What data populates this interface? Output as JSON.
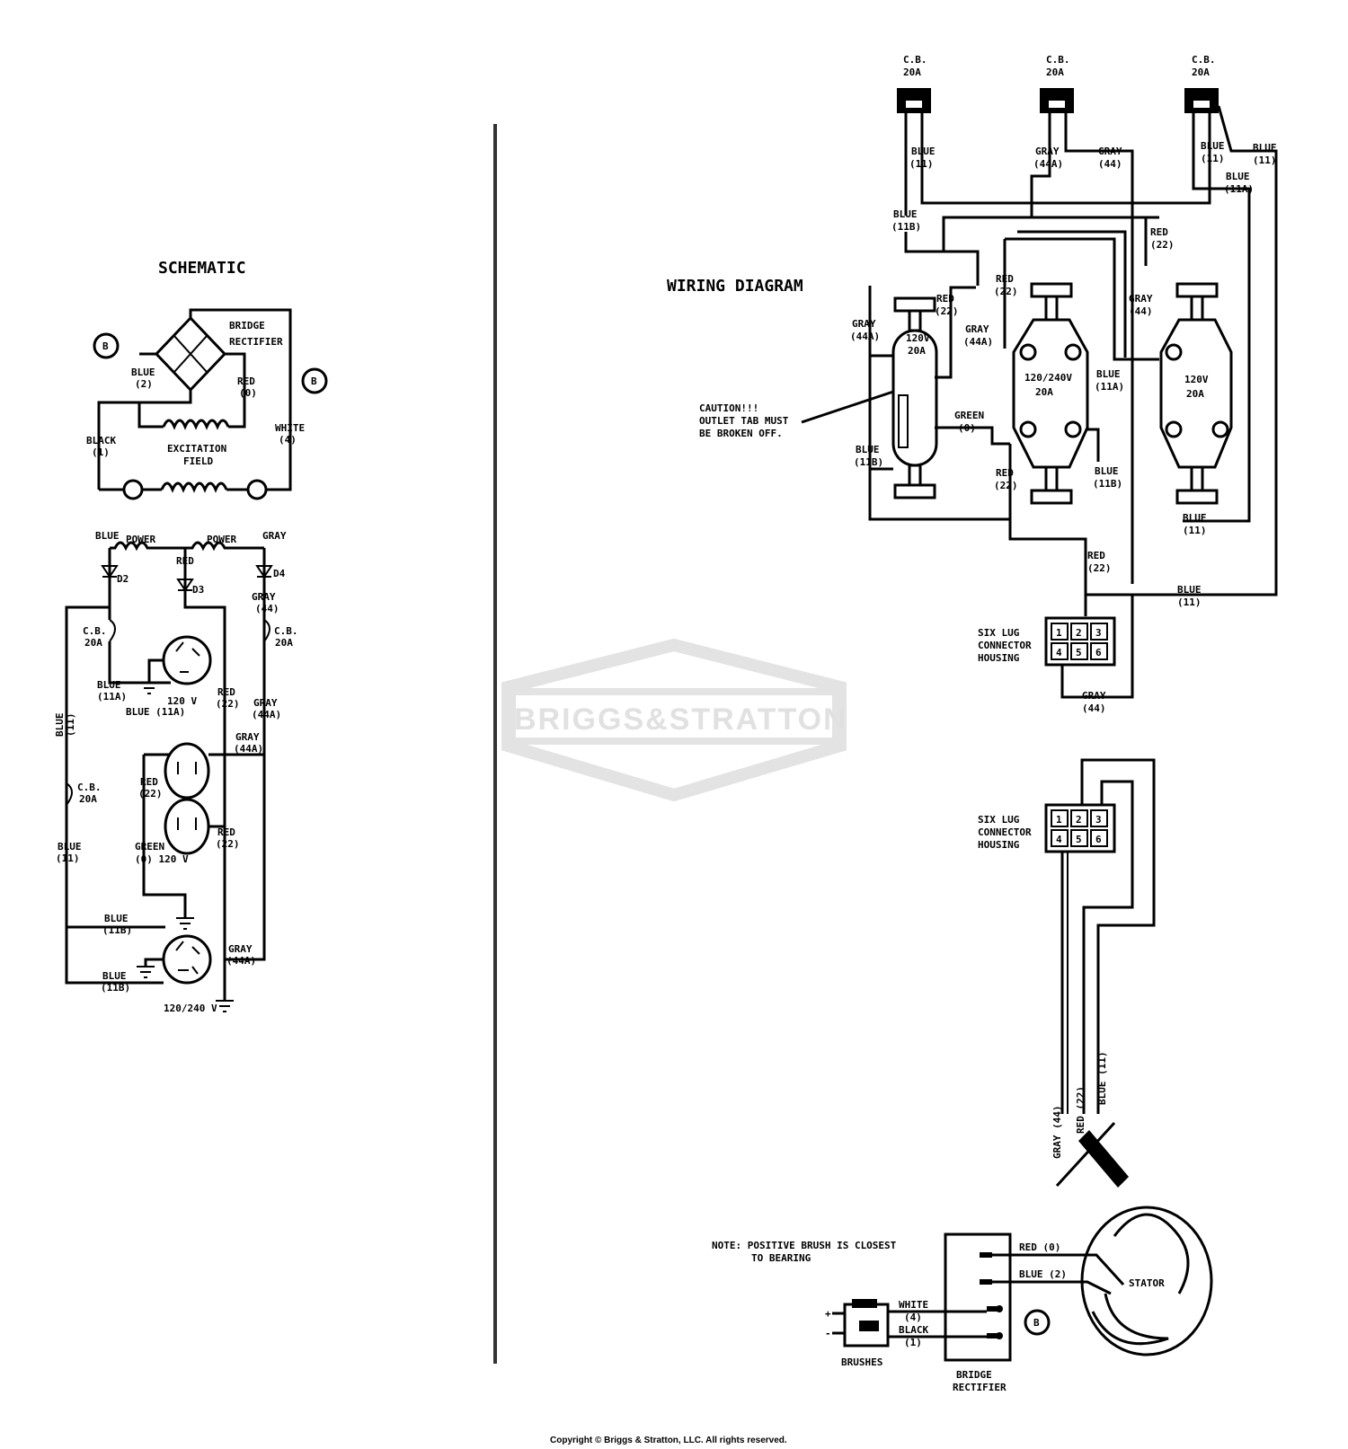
{
  "titles": {
    "schematic": "SCHEMATIC",
    "wiring_diagram": "WIRING DIAGRAM"
  },
  "schematic": {
    "bridge_rectifier_1": "BRIDGE",
    "bridge_rectifier_2": "RECTIFIER",
    "blue_2_a": "BLUE",
    "blue_2_b": "(2)",
    "red_0_a": "RED",
    "red_0_b": "(0)",
    "black_1_a": "BLACK",
    "black_1_b": "(1)",
    "white_4_a": "WHITE",
    "white_4_b": "(4)",
    "excitation_1": "EXCITATION",
    "excitation_2": "FIELD",
    "circle_b": "B",
    "blue_top": "BLUE",
    "power_1": "POWER",
    "power_2": "POWER",
    "gray_top": "GRAY",
    "red_mid": "RED",
    "d2": "D2",
    "d3": "D3",
    "d4": "D4",
    "gray_44_a": "GRAY",
    "gray_44_b": "(44)",
    "cb_left_a": "C.B.",
    "cb_left_b": "20A",
    "cb_right_a": "C.B.",
    "cb_right_b": "20A",
    "cb_mid_a": "C.B.",
    "cb_mid_b": "20A",
    "blue_11a_a": "BLUE",
    "blue_11a_b": "(11A)",
    "blue_11a2": "BLUE (11A)",
    "v120": "120 V",
    "red_22_a": "RED",
    "red_22_b": "(22)",
    "gray_44a_a": "GRAY",
    "gray_44a_b": "(44A)",
    "blue_11_a": "BLUE",
    "blue_11_b": "(11)",
    "gray_44a2_a": "GRAY",
    "gray_44a2_b": "(44A)",
    "red_22b_a": "RED",
    "red_22b_b": "(22)",
    "green_a": "GREEN",
    "green_b": "(0) 120 V",
    "blue_11c_a": "BLUE",
    "blue_11c_b": "(11)",
    "red_22c_a": "RED",
    "red_22c_b": "(22)",
    "blue_11b_a": "BLUE",
    "blue_11b_b": "(11B)",
    "blue_11b2_a": "BLUE",
    "blue_11b2_b": "(11B)",
    "gray_44a3_a": "GRAY",
    "gray_44a3_b": "(44A)",
    "v120_240": "120/240 V"
  },
  "wiring": {
    "cb1_a": "C.B.",
    "cb1_b": "20A",
    "cb2_a": "C.B.",
    "cb2_b": "20A",
    "cb3_a": "C.B.",
    "cb3_b": "20A",
    "blue_11_a": "BLUE",
    "blue_11_b": "(11)",
    "gray_44a_a": "GRAY",
    "gray_44a_b": "(44A)",
    "gray_44_a": "GRAY",
    "gray_44_b": "(44)",
    "blue_11x_a": "BLUE",
    "blue_11x_b": "(11)",
    "blue_11y_a": "BLUE",
    "blue_11y_b": "(11)",
    "blue_11a_a": "BLUE",
    "blue_11a_b": "(11A)",
    "blue_11b_a": "BLUE",
    "blue_11b_b": "(11B)",
    "red_22_a": "RED",
    "red_22_b": "(22)",
    "red_22x_a": "RED",
    "red_22x_b": "(22)",
    "red_22y_a": "RED",
    "red_22y_b": "(22)",
    "gray_44ax_a": "GRAY",
    "gray_44ax_b": "(44A)",
    "gray_44ay_a": "GRAY",
    "gray_44ay_b": "(44A)",
    "gray_44x_a": "GRAY",
    "gray_44x_b": "(44)",
    "recep1_a": "120V",
    "recep1_b": "20A",
    "recep2_a": "120/240V",
    "recep2_b": "20A",
    "recep3_a": "120V",
    "recep3_b": "20A",
    "caution_1": "CAUTION!!!",
    "caution_2": "OUTLET TAB MUST",
    "caution_3": "BE BROKEN OFF.",
    "green_a": "GREEN",
    "green_b": "(0)",
    "blue_11c_a": "BLUE",
    "blue_11c_b": "(11B)",
    "blue_11d_a": "BLUE",
    "blue_11d_b": "(11B)",
    "red_22z_a": "RED",
    "red_22z_b": "(22)",
    "blue_11e_a": "BLUE",
    "blue_11e_b": "(11A)",
    "red_22w_a": "RED",
    "red_22w_b": "(22)",
    "blue_11f_a": "BLUE",
    "blue_11f_b": "(11)",
    "six_lug_1a": "SIX LUG",
    "six_lug_1b": "CONNECTOR",
    "six_lug_1c": "HOUSING",
    "six_lug_2a": "SIX LUG",
    "six_lug_2b": "CONNECTOR",
    "six_lug_2c": "HOUSING",
    "gray_44y_a": "GRAY",
    "gray_44y_b": "(44)",
    "lug_numbers": [
      "1",
      "2",
      "3",
      "4",
      "5",
      "6"
    ],
    "stator_gray": "GRAY (44)",
    "stator_red": "RED (22)",
    "stator_blue": "BLUE (11)",
    "stator": "STATOR",
    "note_1": "NOTE: POSITIVE BRUSH IS CLOSEST",
    "note_2": "TO BEARING",
    "red_0": "RED (0)",
    "blue_2": "BLUE (2)",
    "white_4_a": "WHITE",
    "white_4_b": "(4)",
    "black_1_a": "BLACK",
    "black_1_b": "(1)",
    "brushes": "BRUSHES",
    "bridge_1": "BRIDGE",
    "bridge_2": "RECTIFIER",
    "circle_b": "B"
  },
  "watermark": "BRIGGS&STRATTON",
  "copyright": "Copyright © Briggs & Stratton, LLC. All rights reserved."
}
